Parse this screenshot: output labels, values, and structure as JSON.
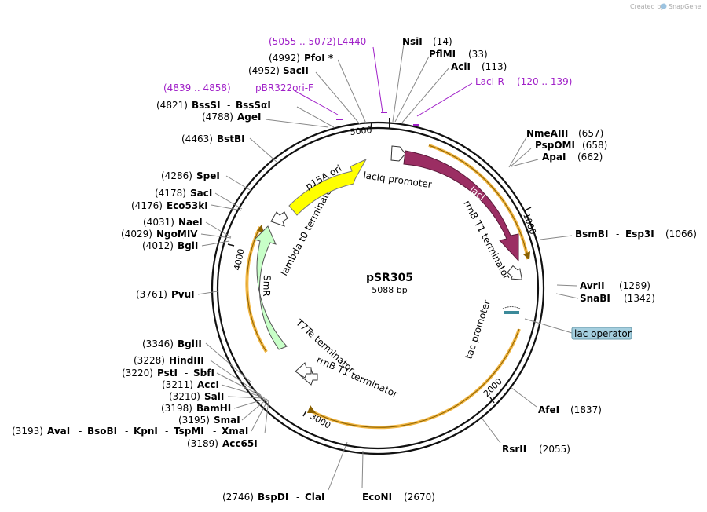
{
  "header": {
    "credit": "Created by",
    "brand": "SnapGene"
  },
  "plasmid": {
    "name": "pSR305",
    "length_label": "5088 bp",
    "length": 5088
  },
  "ticks": [
    "1000",
    "2000",
    "3000",
    "4000",
    "5000"
  ],
  "features": [
    {
      "id": "lacIq-promoter",
      "label": "lacIq promoter",
      "color": "#ffffff"
    },
    {
      "id": "lacI",
      "label": "lacI",
      "color": "#9b2e63"
    },
    {
      "id": "rrnB-t1-top",
      "label": "rrnB T1 terminator",
      "color": "#ffffff"
    },
    {
      "id": "lac-operator",
      "label": "lac operator",
      "color": "#a5cfdf"
    },
    {
      "id": "tac-promoter",
      "label": "tac promoter",
      "color": "#ffffff"
    },
    {
      "id": "rrnB-t1-bottom",
      "label": "rrnB T1 terminator",
      "color": "#ffffff"
    },
    {
      "id": "t7te-terminator",
      "label": "T7Te terminator",
      "color": "#ffffff"
    },
    {
      "id": "smr",
      "label": "SmR",
      "color": "#c8ffc8"
    },
    {
      "id": "lambda-t0",
      "label": "lambda t0 terminator",
      "color": "#ffffff"
    },
    {
      "id": "p15a-ori",
      "label": "p15A ori",
      "color": "#ffff00"
    }
  ],
  "primers": [
    {
      "label": "L4440",
      "pos": "(5055 .. 5072)"
    },
    {
      "label": "pBR322ori-F",
      "pos": "(4839 .. 4858)"
    },
    {
      "label": "LacI-R",
      "pos": "(120 .. 139)"
    }
  ],
  "sites": {
    "nsiI": {
      "name": "NsiI",
      "pos": "(14)"
    },
    "pflmi": {
      "name": "PflMI",
      "pos": "(33)"
    },
    "acli": {
      "name": "AclI",
      "pos": "(113)"
    },
    "pfoi": {
      "name": "PfoI *",
      "pos": "(4992)"
    },
    "sacii": {
      "name": "SacII",
      "pos": "(4952)"
    },
    "bsssi": {
      "name": "BssSI",
      "pos": "(4821)",
      "name2": "BssSαI"
    },
    "agei": {
      "name": "AgeI",
      "pos": "(4788)"
    },
    "bstbi": {
      "name": "BstBI",
      "pos": "(4463)"
    },
    "spei": {
      "name": "SpeI",
      "pos": "(4286)"
    },
    "saci": {
      "name": "SacI",
      "pos": "(4178)"
    },
    "eco53ki": {
      "name": "Eco53kI",
      "pos": "(4176)"
    },
    "naei": {
      "name": "NaeI",
      "pos": "(4031)"
    },
    "ngomiv": {
      "name": "NgoMIV",
      "pos": "(4029)"
    },
    "bgli": {
      "name": "BglI",
      "pos": "(4012)"
    },
    "pvui": {
      "name": "PvuI",
      "pos": "(3761)"
    },
    "bglii": {
      "name": "BglII",
      "pos": "(3346)"
    },
    "hindiii": {
      "name": "HindIII",
      "pos": "(3228)"
    },
    "psti": {
      "name": "PstI",
      "pos": "(3220)",
      "name2": "SbfI"
    },
    "acci": {
      "name": "AccI",
      "pos": "(3211)"
    },
    "sali": {
      "name": "SalI",
      "pos": "(3210)"
    },
    "bamhi": {
      "name": "BamHI",
      "pos": "(3198)"
    },
    "smai": {
      "name": "SmaI",
      "pos": "(3195)"
    },
    "avai": {
      "name": "AvaI",
      "pos": "(3193)",
      "names": [
        "BsoBI",
        "KpnI",
        "TspMI",
        "XmaI"
      ]
    },
    "acc65i": {
      "name": "Acc65I",
      "pos": "(3189)"
    },
    "nmeaiii": {
      "name": "NmeAIII",
      "pos": "(657)"
    },
    "pspomi": {
      "name": "PspOMI",
      "pos": "(658)"
    },
    "apai": {
      "name": "ApaI",
      "pos": "(662)"
    },
    "bsmbi": {
      "name": "BsmBI",
      "pos": "(1066)",
      "name2": "Esp3I"
    },
    "avrii": {
      "name": "AvrII",
      "pos": "(1289)"
    },
    "snabi": {
      "name": "SnaBI",
      "pos": "(1342)"
    },
    "afei": {
      "name": "AfeI",
      "pos": "(1837)"
    },
    "rsrii": {
      "name": "RsrII",
      "pos": "(2055)"
    },
    "bspdi": {
      "name": "BspDI",
      "pos": "(2746)",
      "name2": "ClaI"
    },
    "econi": {
      "name": "EcoNI",
      "pos": "(2670)"
    }
  }
}
